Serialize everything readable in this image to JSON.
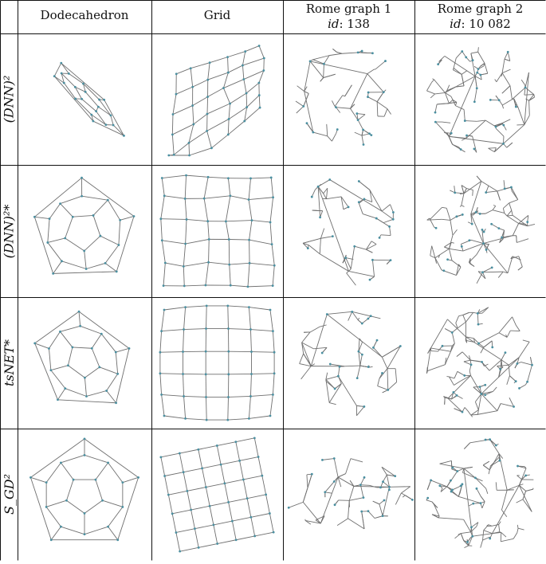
{
  "columns": [
    {
      "line1": "Dodecahedron",
      "line2_label": "",
      "line2_value": ""
    },
    {
      "line1": "Grid",
      "line2_label": "",
      "line2_value": ""
    },
    {
      "line1": "Rome graph 1",
      "line2_label": "id",
      "line2_value": ": 138"
    },
    {
      "line1": "Rome graph 2",
      "line2_label": "id",
      "line2_value": ": 10 082"
    }
  ],
  "rows": [
    {
      "label": "(DNN)²"
    },
    {
      "label": "(DNN)²*"
    },
    {
      "label": "tsNET*"
    },
    {
      "label": "S_GD²"
    }
  ],
  "colors": {
    "edge": "#6f6f6f",
    "node": "#4a8fa0",
    "border": "#111111"
  }
}
